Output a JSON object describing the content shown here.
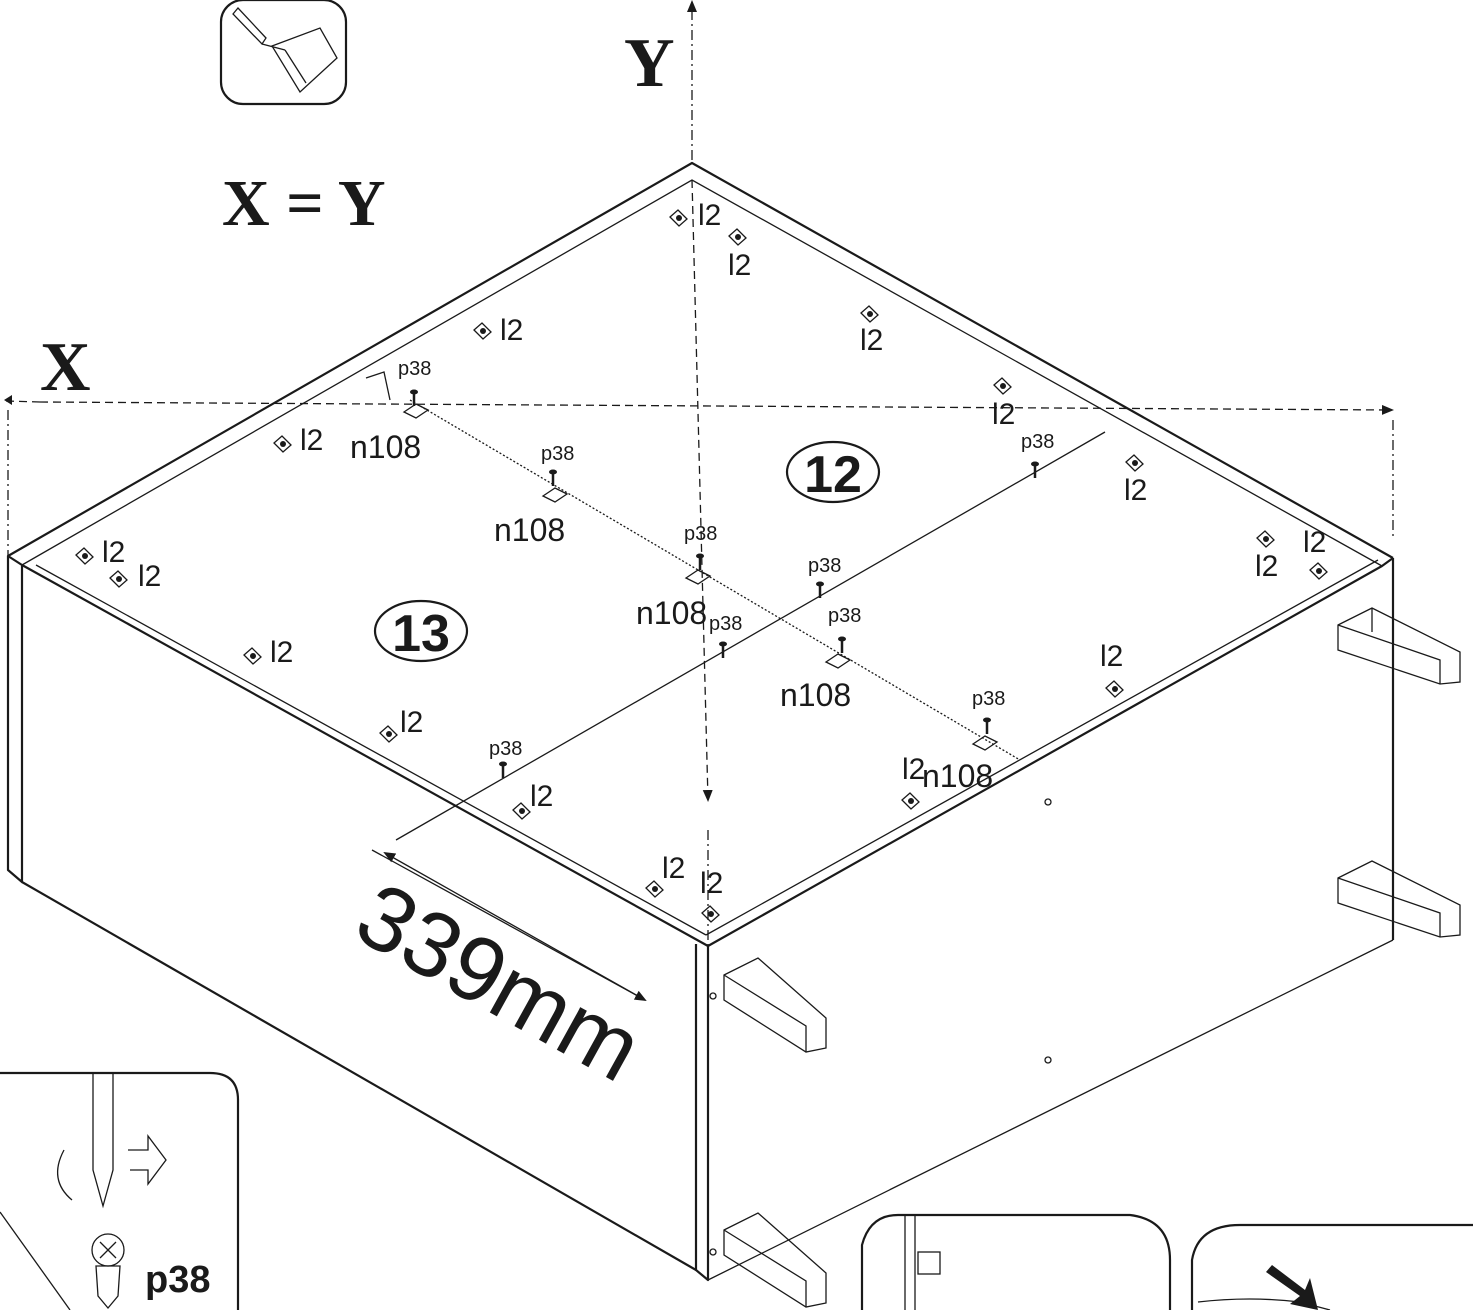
{
  "labels": {
    "axis_y": "Y",
    "axis_x": "X",
    "equation": "X = Y",
    "panel_12": "12",
    "panel_13": "13",
    "dimension": "339mm",
    "screw_callout": "p38"
  },
  "parts": {
    "cam_lock": "l2",
    "screw": "p38",
    "connector_plate": "n108"
  },
  "icons": [
    "dustpan-icon",
    "screwdriver-rotate-icon",
    "screw-icon",
    "cam-lock-icon",
    "bracket-leg-icon",
    "press-arrow-icon"
  ]
}
